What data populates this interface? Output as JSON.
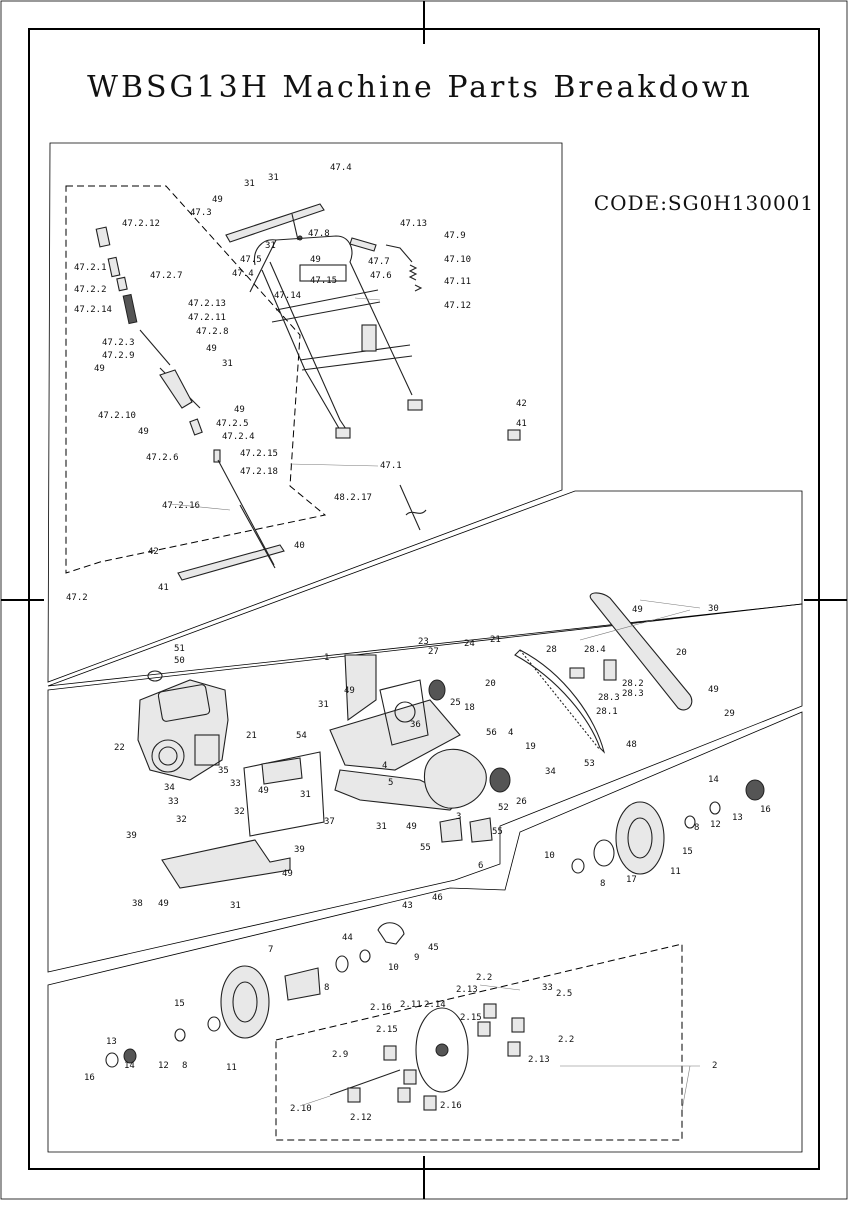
{
  "title": "WBSG13H Machine Parts Breakdown",
  "code": "CODE:SG0H130001",
  "callouts": [
    {
      "id": "c1",
      "text": "47.4"
    },
    {
      "id": "c2",
      "text": "31"
    },
    {
      "id": "c3",
      "text": "31"
    },
    {
      "id": "c4",
      "text": "47.3"
    },
    {
      "id": "c5",
      "text": "49"
    },
    {
      "id": "c6",
      "text": "31"
    },
    {
      "id": "c7",
      "text": "47.8"
    },
    {
      "id": "c8",
      "text": "47.13"
    },
    {
      "id": "c9",
      "text": "47.9"
    },
    {
      "id": "c10",
      "text": "49"
    },
    {
      "id": "c11",
      "text": "47.5"
    },
    {
      "id": "c12",
      "text": "47.4"
    },
    {
      "id": "c13",
      "text": "47.7"
    },
    {
      "id": "c14",
      "text": "47.10"
    },
    {
      "id": "c15",
      "text": "47.6"
    },
    {
      "id": "c16",
      "text": "47.15"
    },
    {
      "id": "c17",
      "text": "47.11"
    },
    {
      "id": "c18",
      "text": "47.14"
    },
    {
      "id": "c19",
      "text": "47.12"
    },
    {
      "id": "c20",
      "text": "47.2.12"
    },
    {
      "id": "c21",
      "text": "47.2.1"
    },
    {
      "id": "c22",
      "text": "47.2.7"
    },
    {
      "id": "c23",
      "text": "47.2.2"
    },
    {
      "id": "c24",
      "text": "47.2.14"
    },
    {
      "id": "c25",
      "text": "47.2.13"
    },
    {
      "id": "c26",
      "text": "47.2.11"
    },
    {
      "id": "c27",
      "text": "47.2.8"
    },
    {
      "id": "c28",
      "text": "47.2.3"
    },
    {
      "id": "c29",
      "text": "49"
    },
    {
      "id": "c30",
      "text": "47.2.9"
    },
    {
      "id": "c31",
      "text": "31"
    },
    {
      "id": "c32",
      "text": "49"
    },
    {
      "id": "c33",
      "text": "49"
    },
    {
      "id": "c34",
      "text": "47.2.10"
    },
    {
      "id": "c35",
      "text": "47.2.5"
    },
    {
      "id": "c36",
      "text": "49"
    },
    {
      "id": "c37",
      "text": "47.2.4"
    },
    {
      "id": "c38",
      "text": "47.2.6"
    },
    {
      "id": "c39",
      "text": "47.2.15"
    },
    {
      "id": "c40",
      "text": "47.2.18"
    },
    {
      "id": "c41",
      "text": "42"
    },
    {
      "id": "c42",
      "text": "41"
    },
    {
      "id": "c43",
      "text": "47.1"
    },
    {
      "id": "c44",
      "text": "48.2.17"
    },
    {
      "id": "c45",
      "text": "47.2.16"
    },
    {
      "id": "c46",
      "text": "40"
    },
    {
      "id": "c47",
      "text": "42"
    },
    {
      "id": "c48",
      "text": "41"
    },
    {
      "id": "c49",
      "text": "47.2"
    },
    {
      "id": "c50",
      "text": "30"
    },
    {
      "id": "c51",
      "text": "49"
    },
    {
      "id": "c52",
      "text": "20"
    },
    {
      "id": "c53",
      "text": "49"
    },
    {
      "id": "c54",
      "text": "51"
    },
    {
      "id": "c55",
      "text": "50"
    },
    {
      "id": "c56",
      "text": "1"
    },
    {
      "id": "c57",
      "text": "23"
    },
    {
      "id": "c58",
      "text": "27"
    },
    {
      "id": "c59",
      "text": "24"
    },
    {
      "id": "c60",
      "text": "21"
    },
    {
      "id": "c61",
      "text": "20"
    },
    {
      "id": "c62",
      "text": "28"
    },
    {
      "id": "c63",
      "text": "28.4"
    },
    {
      "id": "c64",
      "text": "28.2"
    },
    {
      "id": "c65",
      "text": "28.3"
    },
    {
      "id": "c66",
      "text": "28.3"
    },
    {
      "id": "c67",
      "text": "28.1"
    },
    {
      "id": "c68",
      "text": "29"
    },
    {
      "id": "c69",
      "text": "49"
    },
    {
      "id": "c70",
      "text": "31"
    },
    {
      "id": "c71",
      "text": "25"
    },
    {
      "id": "c72",
      "text": "18"
    },
    {
      "id": "c73",
      "text": "22"
    },
    {
      "id": "c74",
      "text": "21"
    },
    {
      "id": "c75",
      "text": "54"
    },
    {
      "id": "c76",
      "text": "36"
    },
    {
      "id": "c77",
      "text": "56"
    },
    {
      "id": "c78",
      "text": "4"
    },
    {
      "id": "c79",
      "text": "19"
    },
    {
      "id": "c80",
      "text": "48"
    },
    {
      "id": "c81",
      "text": "35"
    },
    {
      "id": "c82",
      "text": "33"
    },
    {
      "id": "c83",
      "text": "34"
    },
    {
      "id": "c84",
      "text": "49"
    },
    {
      "id": "c85",
      "text": "31"
    },
    {
      "id": "c86",
      "text": "4"
    },
    {
      "id": "c87",
      "text": "5"
    },
    {
      "id": "c88",
      "text": "34"
    },
    {
      "id": "c89",
      "text": "53"
    },
    {
      "id": "c90",
      "text": "26"
    },
    {
      "id": "c91",
      "text": "52"
    },
    {
      "id": "c92",
      "text": "33"
    },
    {
      "id": "c93",
      "text": "32"
    },
    {
      "id": "c94",
      "text": "37"
    },
    {
      "id": "c95",
      "text": "31"
    },
    {
      "id": "c96",
      "text": "49"
    },
    {
      "id": "c97",
      "text": "3"
    },
    {
      "id": "c98",
      "text": "55"
    },
    {
      "id": "c99",
      "text": "55"
    },
    {
      "id": "c100",
      "text": "14"
    },
    {
      "id": "c101",
      "text": "16"
    },
    {
      "id": "c102",
      "text": "12"
    },
    {
      "id": "c103",
      "text": "13"
    },
    {
      "id": "c104",
      "text": "8"
    },
    {
      "id": "c105",
      "text": "15"
    },
    {
      "id": "c106",
      "text": "32"
    },
    {
      "id": "c107",
      "text": "39"
    },
    {
      "id": "c108",
      "text": "39"
    },
    {
      "id": "c109",
      "text": "6"
    },
    {
      "id": "c110",
      "text": "10"
    },
    {
      "id": "c111",
      "text": "8"
    },
    {
      "id": "c112",
      "text": "17"
    },
    {
      "id": "c113",
      "text": "11"
    },
    {
      "id": "c114",
      "text": "49"
    },
    {
      "id": "c115",
      "text": "38"
    },
    {
      "id": "c116",
      "text": "49"
    },
    {
      "id": "c117",
      "text": "31"
    },
    {
      "id": "c118",
      "text": "46"
    },
    {
      "id": "c119",
      "text": "43"
    },
    {
      "id": "c120",
      "text": "44"
    },
    {
      "id": "c121",
      "text": "45"
    },
    {
      "id": "c122",
      "text": "9"
    },
    {
      "id": "c123",
      "text": "7"
    },
    {
      "id": "c124",
      "text": "8"
    },
    {
      "id": "c125",
      "text": "10"
    },
    {
      "id": "c126",
      "text": "2.2"
    },
    {
      "id": "c127",
      "text": "33"
    },
    {
      "id": "c128",
      "text": "2.13"
    },
    {
      "id": "c129",
      "text": "2.5"
    },
    {
      "id": "c130",
      "text": "15"
    },
    {
      "id": "c131",
      "text": "2.16"
    },
    {
      "id": "c132",
      "text": "2.11"
    },
    {
      "id": "c133",
      "text": "2.14"
    },
    {
      "id": "c134",
      "text": "2.15"
    },
    {
      "id": "c135",
      "text": "2.2"
    },
    {
      "id": "c136",
      "text": "13"
    },
    {
      "id": "c137",
      "text": "2.15"
    },
    {
      "id": "c138",
      "text": "2"
    },
    {
      "id": "c139",
      "text": "16"
    },
    {
      "id": "c140",
      "text": "14"
    },
    {
      "id": "c141",
      "text": "12"
    },
    {
      "id": "c142",
      "text": "8"
    },
    {
      "id": "c143",
      "text": "11"
    },
    {
      "id": "c144",
      "text": "2.9"
    },
    {
      "id": "c145",
      "text": "2.13"
    },
    {
      "id": "c146",
      "text": "2.10"
    },
    {
      "id": "c147",
      "text": "2.12"
    },
    {
      "id": "c148",
      "text": "2.16"
    }
  ]
}
